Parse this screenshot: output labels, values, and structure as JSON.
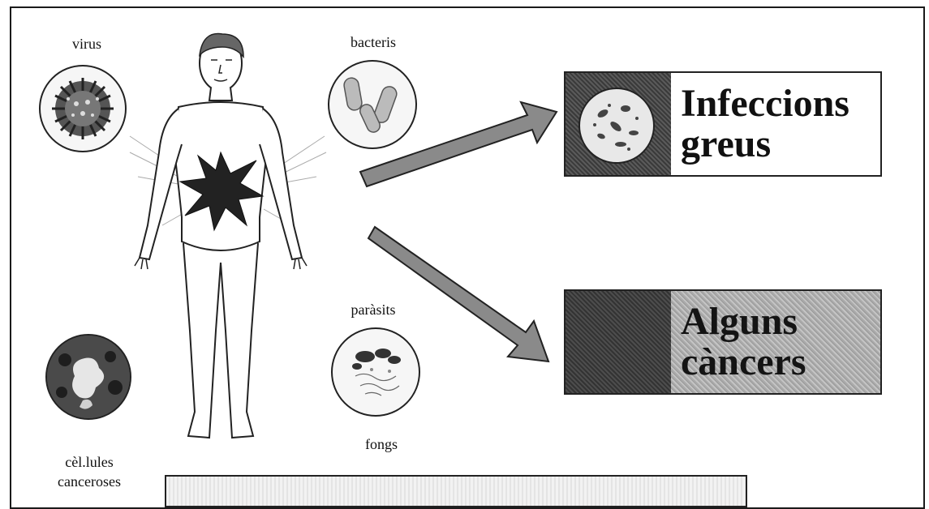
{
  "labels": {
    "virus": "virus",
    "bacteris": "bacteris",
    "parasits": "paràsits",
    "fongs": "fongs",
    "cells_line1": "cèl.lules",
    "cells_line2": "canceroses"
  },
  "results": {
    "infections_line1": "Infeccions",
    "infections_line2": "greus",
    "cancers_line1": "Alguns",
    "cancers_line2": "càncers"
  },
  "colors": {
    "ink": "#111111",
    "arrow_fill": "#8a8a8a",
    "burst": "#222222"
  },
  "icons": {
    "human": "human-body-figure",
    "burst": "infection-burst",
    "arrow": "arrow-right"
  }
}
